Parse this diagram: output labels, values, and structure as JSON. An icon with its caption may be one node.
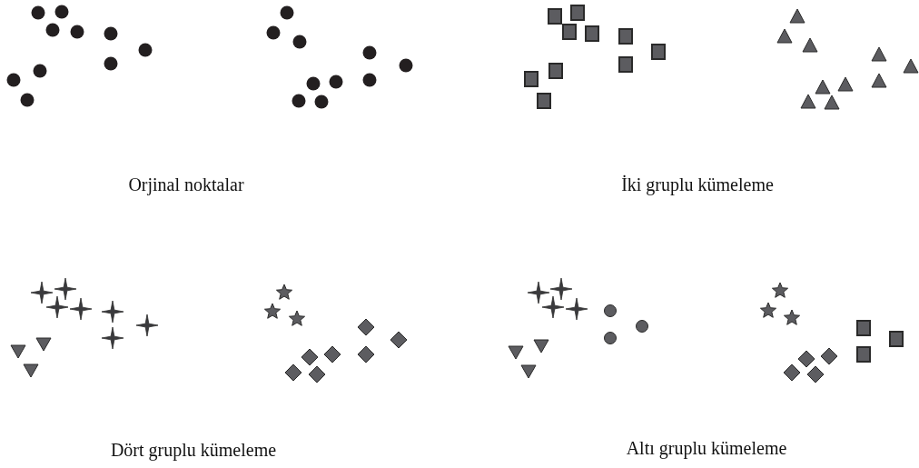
{
  "diagram": {
    "labels": [
      "Orjinal noktalar",
      "İki gruplu kümeleme",
      "Dört gruplu kümeleme",
      "Altı gruplu kümeleme"
    ]
  }
}
